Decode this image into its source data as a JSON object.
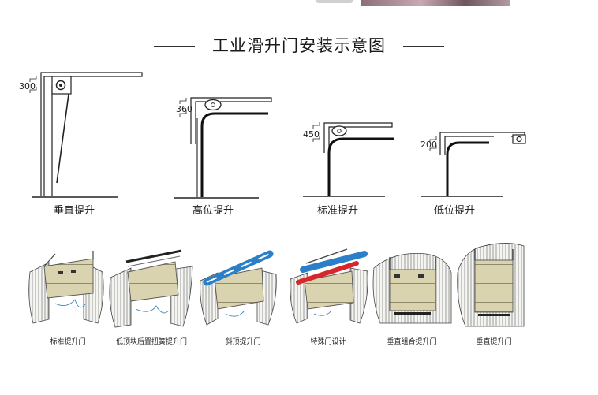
{
  "title": "工业滑升门安装示意图",
  "lift_types": [
    {
      "label": "垂直提升",
      "dimension": "300"
    },
    {
      "label": "高位提升",
      "dimension": "360"
    },
    {
      "label": "标准提升",
      "dimension": "450"
    },
    {
      "label": "低位提升",
      "dimension": "200"
    }
  ],
  "door_types": [
    {
      "label": "标准提升门"
    },
    {
      "label": "低顶块后置扭簧提升门"
    },
    {
      "label": "斜顶提升门"
    },
    {
      "label": "特殊门设计"
    },
    {
      "label": "垂直组合提升门"
    },
    {
      "label": "垂直提升门"
    }
  ],
  "colors": {
    "track": "#222222",
    "panel": "#d9d3b0",
    "spring_blue": "#2b7fc9",
    "spring_red": "#d8262b"
  }
}
